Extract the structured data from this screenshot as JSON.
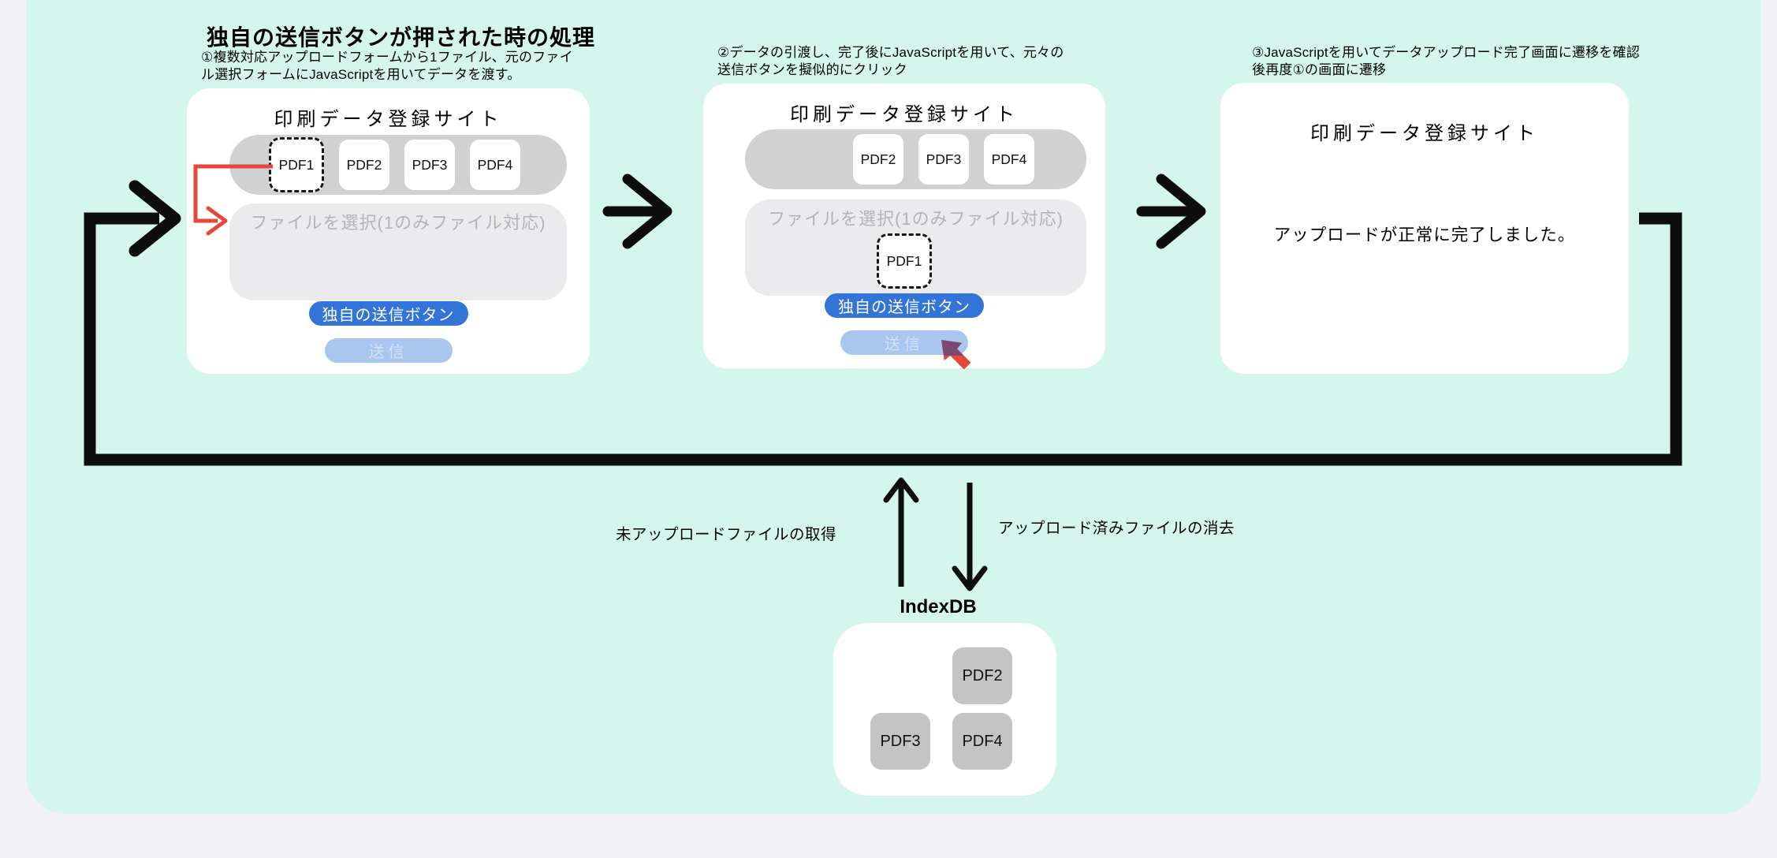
{
  "heading": "独自の送信ボタンが押された時の処理",
  "steps": {
    "step1_note": "①複数対応アップロードフォームから1ファイル、元のファイル選択フォームにJavaScriptを用いてデータを渡す。",
    "step2_note": "②データの引渡し、完了後にJavaScriptを用いて、元々の送信ボタンを擬似的にクリック",
    "step3_note": "③JavaScriptを用いてデータアップロード完了画面に遷移を確認後再度①の画面に遷移"
  },
  "site_title": "印刷データ登録サイト",
  "file_select_placeholder": "ファイルを選択(1のみファイル対応)",
  "custom_submit_label": "独自の送信ボタン",
  "submit_label": "送信",
  "panel1": {
    "slots": [
      "PDF1",
      "PDF2",
      "PDF3",
      "PDF4"
    ]
  },
  "panel2": {
    "slots": [
      "PDF2",
      "PDF3",
      "PDF4"
    ],
    "staged_file": "PDF1"
  },
  "panel3": {
    "message": "アップロードが正常に完了しました。"
  },
  "flows": {
    "fetch_label": "未アップロードファイルの取得",
    "clear_label": "アップロード済みファイルの消去"
  },
  "indexdb": {
    "label": "IndexDB",
    "files": [
      "PDF2",
      "PDF3",
      "PDF4"
    ]
  },
  "colors": {
    "accent_blue": "#3274d8",
    "disabled_blue": "#a9c6ee",
    "red": "#e5473b",
    "mint": "#d5f6ed",
    "tray_gray": "#d1d1d1",
    "chip_gray": "#c4c4c4"
  }
}
